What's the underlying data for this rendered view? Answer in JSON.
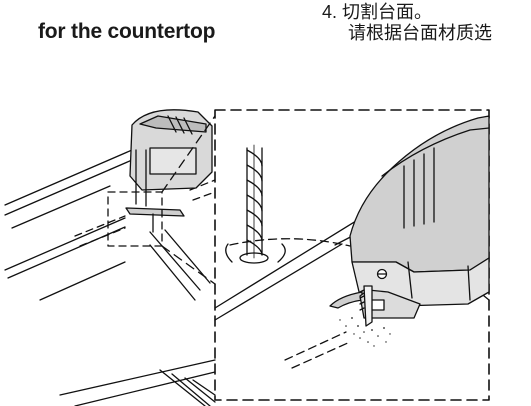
{
  "heading_en": "for the countertop",
  "step": {
    "line1": "4. 切割台面。",
    "line2": "请根据台面材质选"
  },
  "illustration": {
    "name": "Jigsaw cutting countertop illustration"
  }
}
